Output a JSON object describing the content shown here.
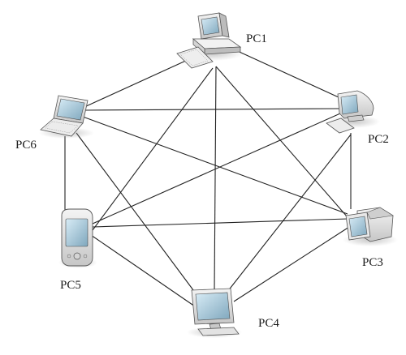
{
  "nodes": [
    {
      "id": "pc1",
      "label": "PC1",
      "device": "desktop-computer-icon"
    },
    {
      "id": "pc2",
      "label": "PC2",
      "device": "imac-monitor-icon"
    },
    {
      "id": "pc3",
      "label": "PC3",
      "device": "crt-monitor-icon"
    },
    {
      "id": "pc4",
      "label": "PC4",
      "device": "flat-monitor-icon"
    },
    {
      "id": "pc5",
      "label": "PC5",
      "device": "pda-icon"
    },
    {
      "id": "pc6",
      "label": "PC6",
      "device": "laptop-icon"
    }
  ],
  "links": [
    [
      "pc1",
      "pc2"
    ],
    [
      "pc1",
      "pc3"
    ],
    [
      "pc1",
      "pc4"
    ],
    [
      "pc1",
      "pc5"
    ],
    [
      "pc1",
      "pc6"
    ],
    [
      "pc2",
      "pc3"
    ],
    [
      "pc2",
      "pc4"
    ],
    [
      "pc2",
      "pc5"
    ],
    [
      "pc2",
      "pc6"
    ],
    [
      "pc3",
      "pc4"
    ],
    [
      "pc3",
      "pc5"
    ],
    [
      "pc3",
      "pc6"
    ],
    [
      "pc4",
      "pc5"
    ],
    [
      "pc4",
      "pc6"
    ],
    [
      "pc5",
      "pc6"
    ]
  ],
  "colors": {
    "line": "#222222",
    "device_body": "#e9e9e9",
    "device_shade": "#bdbdbd",
    "screen": "#b9d6e6",
    "screen_dark": "#6f8a99"
  }
}
